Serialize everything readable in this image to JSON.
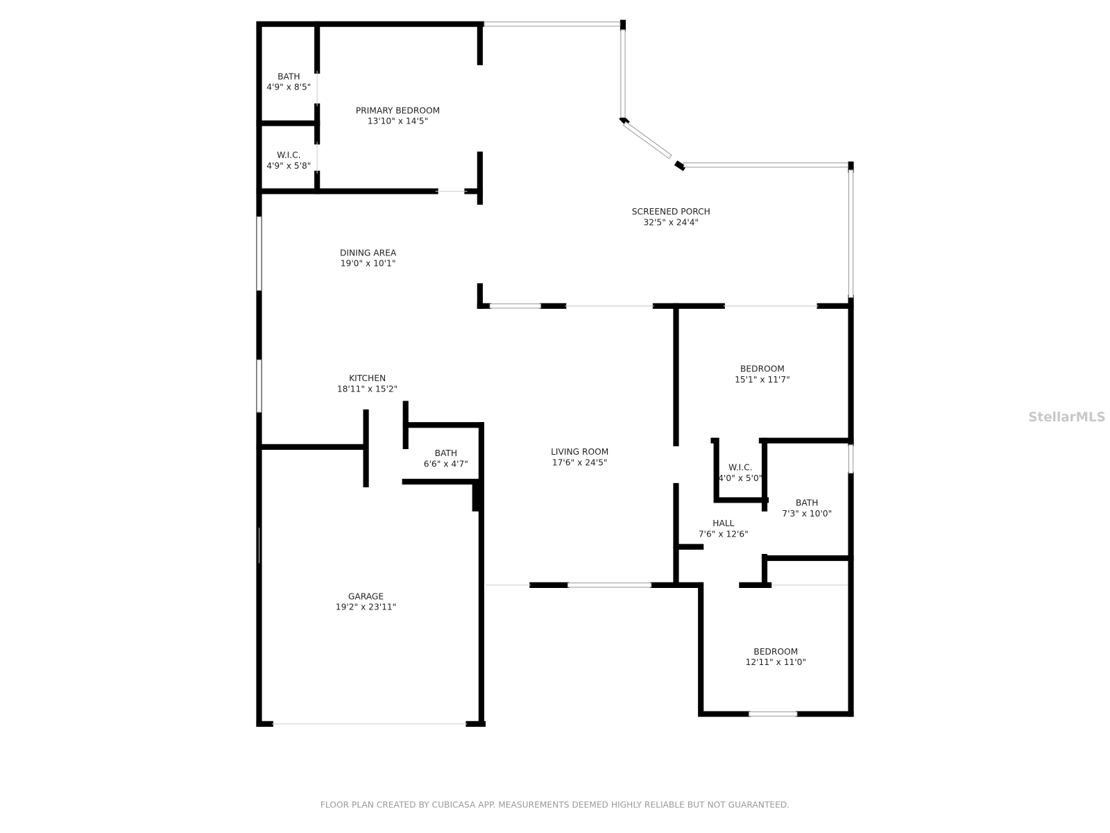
{
  "rooms": [
    {
      "name": "BATH",
      "dims": "4'9\" x 8'5\""
    },
    {
      "name": "PRIMARY BEDROOM",
      "dims": "13'10\" x 14'5\""
    },
    {
      "name": "W.I.C.",
      "dims": "4'9\" x 5'8\""
    },
    {
      "name": "SCREENED PORCH",
      "dims": "32'5\" x 24'4\""
    },
    {
      "name": "DINING AREA",
      "dims": "19'0\" x 10'1\""
    },
    {
      "name": "KITCHEN",
      "dims": "18'11\" x 15'2\""
    },
    {
      "name": "BEDROOM",
      "dims": "15'1\" x 11'7\""
    },
    {
      "name": "BATH",
      "dims": "6'6\" x 4'7\""
    },
    {
      "name": "LIVING ROOM",
      "dims": "17'6\" x 24'5\""
    },
    {
      "name": "W.I.C.",
      "dims": "4'0\" x 5'0\""
    },
    {
      "name": "BATH",
      "dims": "7'3\" x 10'0\""
    },
    {
      "name": "HALL",
      "dims": "7'6\" x 12'6\""
    },
    {
      "name": "GARAGE",
      "dims": "19'2\" x 23'11\""
    },
    {
      "name": "BEDROOM",
      "dims": "12'11\" x 11'0\""
    }
  ],
  "watermark": "StellarMLS",
  "footer": "FLOOR PLAN CREATED BY CUBICASA APP. MEASUREMENTS DEEMED HIGHLY RELIABLE BUT NOT GUARANTEED.",
  "colors": {
    "wall": "#000000",
    "background": "#ffffff",
    "footer_text": "#9a9a9a"
  }
}
